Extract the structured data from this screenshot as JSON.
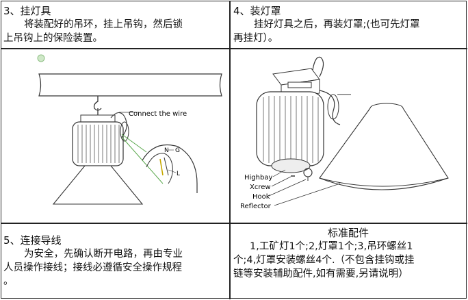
{
  "step3": {
    "title": "3、挂灯具",
    "line1": "将装配好的吊环，挂上吊钩，然后锁",
    "line2": "上吊钩上的保险装置。",
    "callout": "Connect the wire",
    "label_n": "N",
    "label_g": "G",
    "label_l": "L"
  },
  "step4": {
    "title": "4、装灯罩",
    "line1": "挂好灯具之后，再装灯罩;(也可先灯罩",
    "line2": "再挂灯）。",
    "labels": [
      "Highbay",
      "Xcrew",
      "Hook",
      "Reflector"
    ]
  },
  "step5": {
    "title": "5、连接导线",
    "line1": "为安全，先确认断开电路，再由专业",
    "line2": "人员操作接线；接线必遵循安全操作规程",
    "line3": "。"
  },
  "parts": {
    "title": "标准配件",
    "line1": "1,工矿灯1个;2,灯罩1个;3,吊环螺丝1",
    "line2": "个;4,灯罩安装螺丝4个.（不包含挂钩或挂",
    "line3": "链等安装辅助配件,如有需要,另请说明）"
  }
}
